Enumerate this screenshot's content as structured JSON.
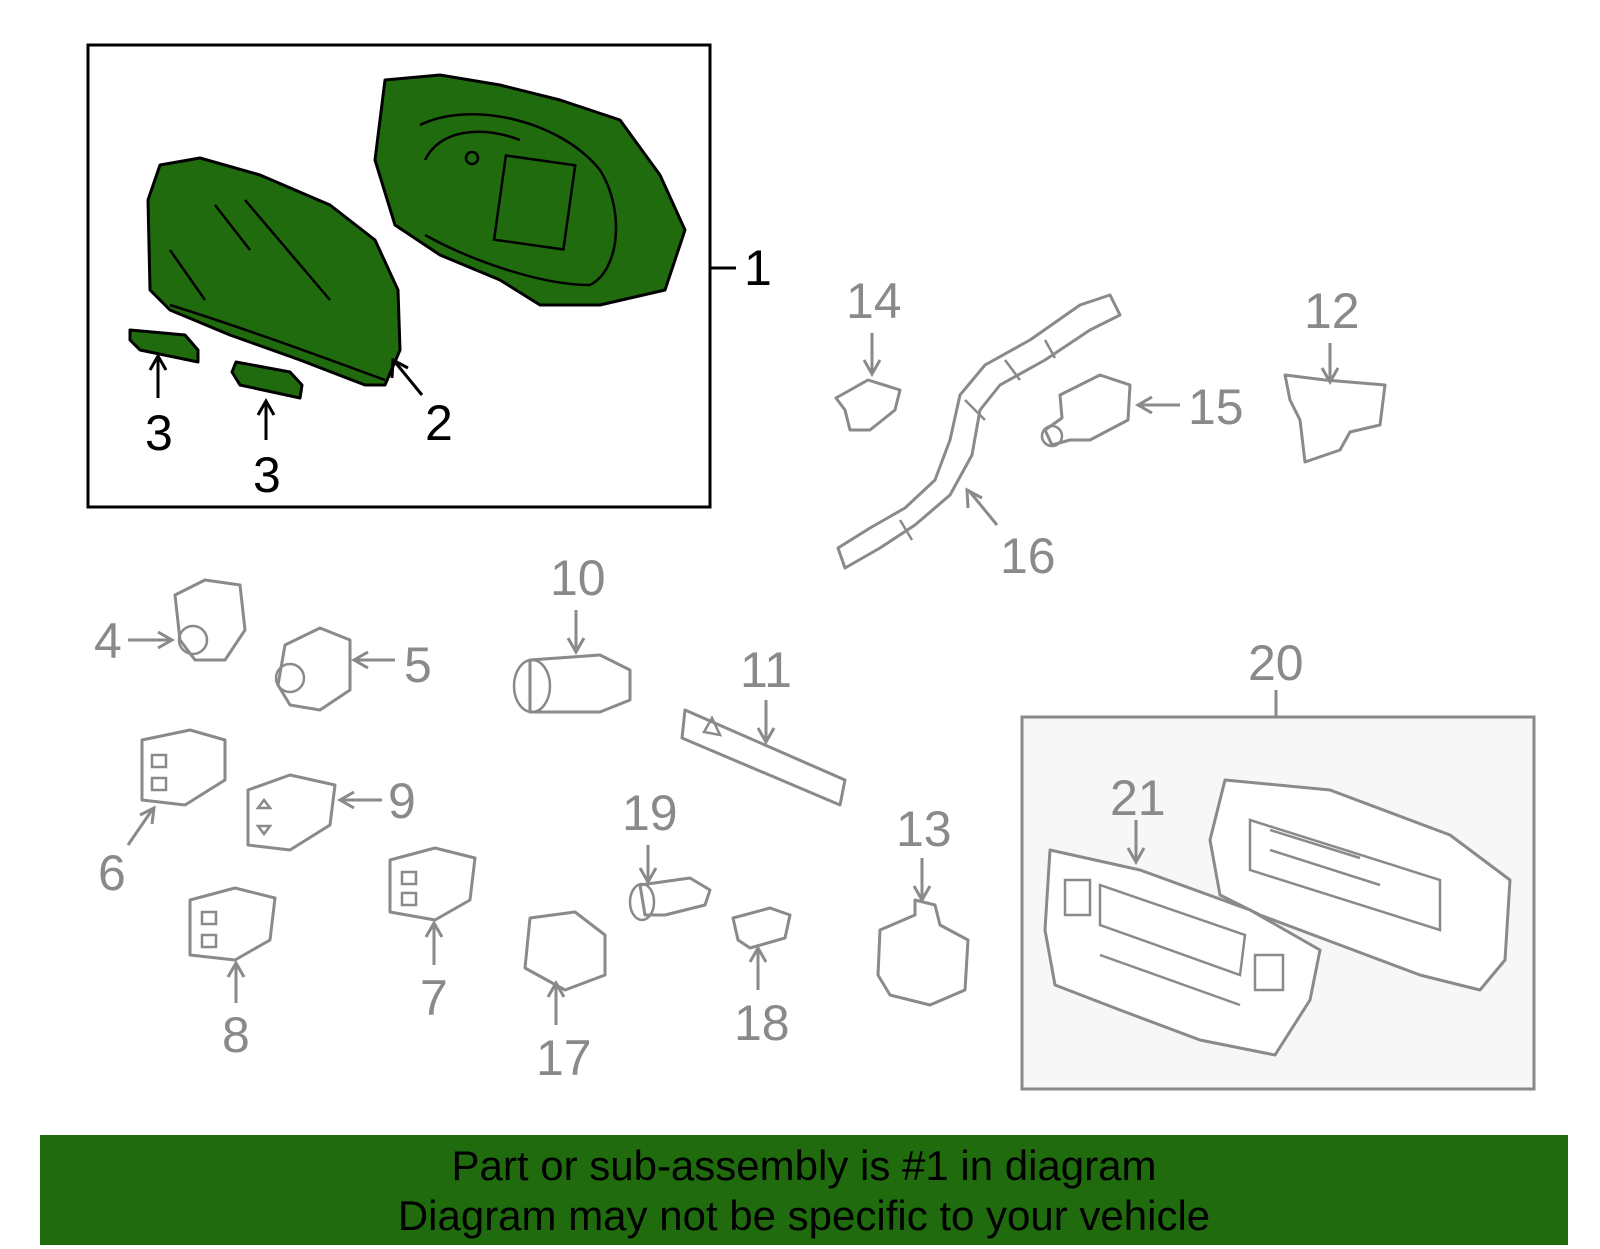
{
  "colors": {
    "highlight": "#1f6b0e",
    "outline_active": "#000000",
    "outline_inactive": "#8a8a8a",
    "background": "#ffffff"
  },
  "callouts": {
    "c1": "1",
    "c2": "2",
    "c3a": "3",
    "c3b": "3",
    "c4": "4",
    "c5": "5",
    "c6": "6",
    "c7": "7",
    "c8": "8",
    "c9": "9",
    "c10": "10",
    "c11": "11",
    "c12": "12",
    "c13": "13",
    "c14": "14",
    "c15": "15",
    "c16": "16",
    "c17": "17",
    "c18": "18",
    "c19": "19",
    "c20": "20",
    "c21": "21"
  },
  "banner": {
    "line1": "Part or sub-assembly is #1 in diagram",
    "line2": "Diagram may not be specific to your vehicle"
  }
}
